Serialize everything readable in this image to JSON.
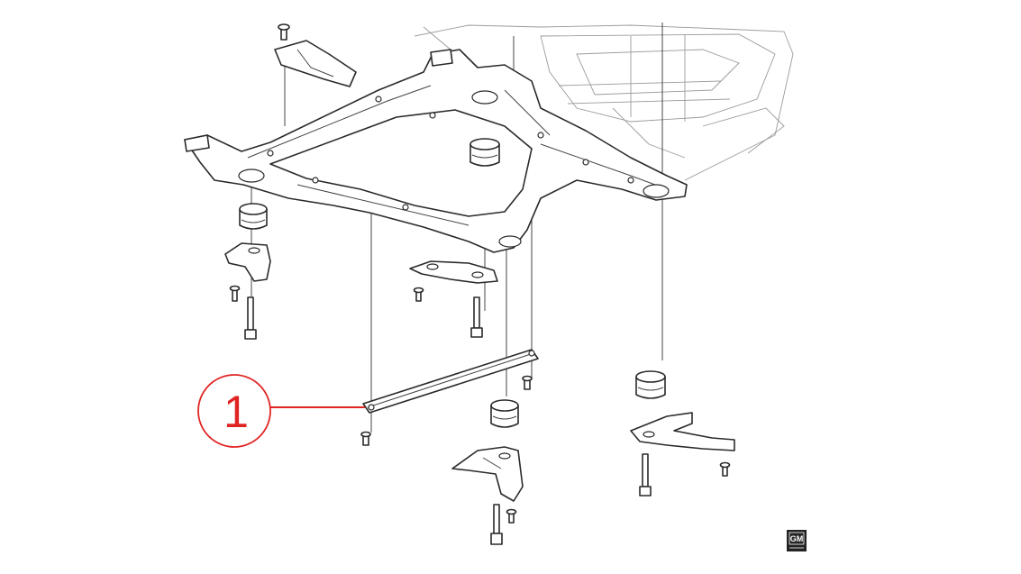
{
  "diagram": {
    "callouts": [
      {
        "label": "1",
        "target": "stabilizer-bar-reinforcement"
      }
    ],
    "logo": {
      "text": "GM"
    },
    "colors": {
      "callout": "#e02424",
      "line": "#2a2a2a",
      "background": "#ffffff"
    }
  }
}
